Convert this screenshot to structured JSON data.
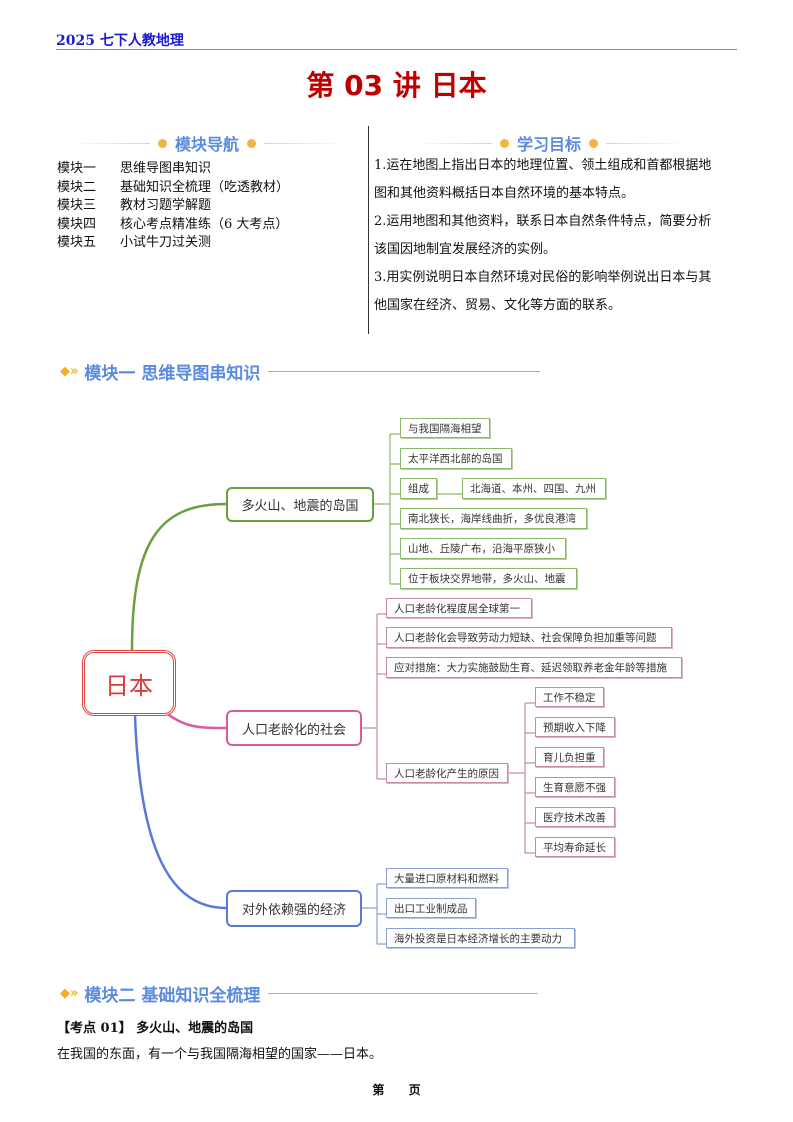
{
  "header": {
    "subject": "2025 七下人教地理"
  },
  "title": "第 03 讲 日本",
  "nav": {
    "heading": "模块导航",
    "items": [
      {
        "key": "模块一",
        "label": "思维导图串知识"
      },
      {
        "key": "模块二",
        "label": "基础知识全梳理（吃透教材）"
      },
      {
        "key": "模块三",
        "label": "教材习题学解题"
      },
      {
        "key": "模块四",
        "label": "核心考点精准练（6 大考点）"
      },
      {
        "key": "模块五",
        "label": "小试牛刀过关测"
      }
    ]
  },
  "goals": {
    "heading": "学习目标",
    "items": [
      "1.运在地图上指出日本的地理位置、领土组成和首都根据地图和其他资料概括日本自然环境的基本特点。",
      "2.运用地图和其他资料，联系日本自然条件特点，简要分析该国因地制宜发展经济的实例。",
      "3.用实例说明日本自然环境对民俗的影响举例说出日本与其他国家在经济、贸易、文化等方面的联系。"
    ]
  },
  "module1": {
    "heading": "模块一 思维导图串知识"
  },
  "mindmap": {
    "center": "日本",
    "branches": [
      {
        "label": "多火山、地震的岛国",
        "color": "#6a9f3e",
        "leaves": [
          "与我国隔海相望",
          "太平洋西北部的岛国",
          "组成",
          "南北狭长，海岸线曲折，多优良港湾",
          "山地、丘陵广布，沿海平原狭小",
          "位于板块交界地带，多火山、地震"
        ],
        "composition": "北海道、本州、四国、九州"
      },
      {
        "label": "人口老龄化的社会",
        "color": "#d95c9b",
        "leaves": [
          "人口老龄化程度居全球第一",
          "人口老龄化会导致劳动力短缺、社会保障负担加重等问题",
          "应对措施：大力实施鼓励生育、延迟领取养老金年龄等措施",
          "人口老龄化产生的原因"
        ],
        "causes": [
          "工作不稳定",
          "预期收入下降",
          "育儿负担重",
          "生育意愿不强",
          "医疗技术改善",
          "平均寿命延长"
        ]
      },
      {
        "label": "对外依赖强的经济",
        "color": "#5b78d8",
        "leaves": [
          "大量进口原材料和燃料",
          "出口工业制成品",
          "海外投资是日本经济增长的主要动力"
        ]
      }
    ]
  },
  "module2": {
    "heading": "模块二 基础知识全梳理"
  },
  "kaodian": {
    "tag": "【考点 01】",
    "title": "多火山、地震的岛国"
  },
  "paragraph": "在我国的东面，有一个与我国隔海相望的国家——日本。",
  "footer": "第 页"
}
